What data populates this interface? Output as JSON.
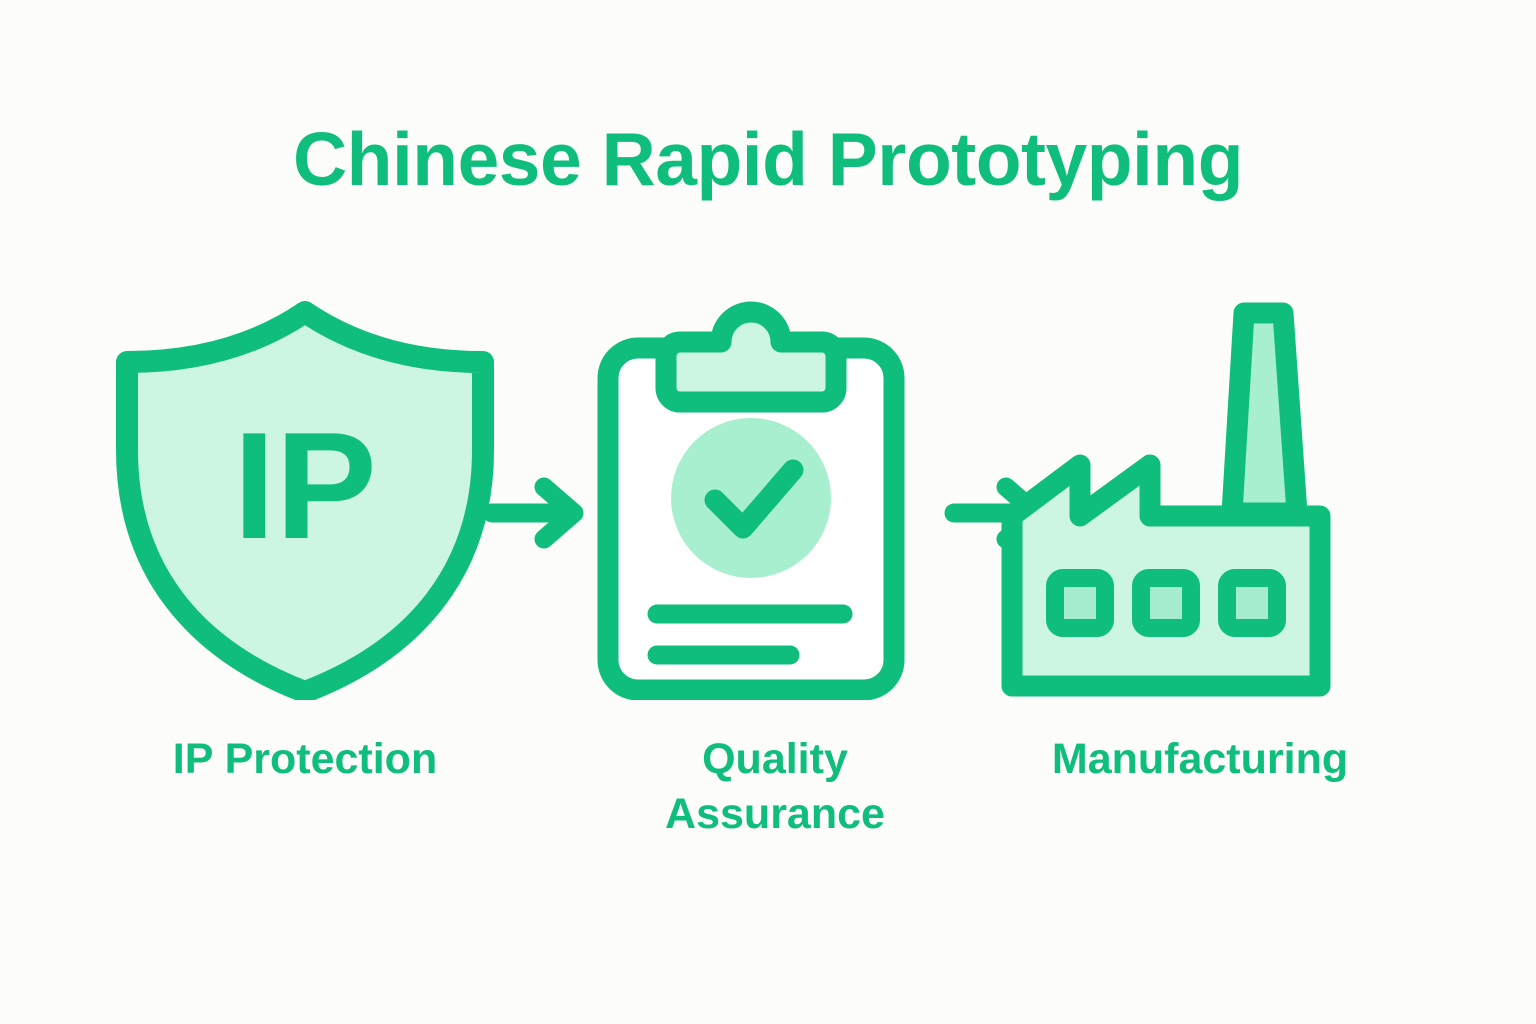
{
  "page": {
    "title": "Chinese Rapid Prototyping",
    "background_color": "#fcfcfa"
  },
  "colors": {
    "accent": "#0fbe7c",
    "fill_light": "#ccf5e2",
    "fill_medium": "#a8efd0",
    "fill_window": "#a5ebce",
    "paper": "#ffffff",
    "background": "#fcfcfa"
  },
  "flow": {
    "steps": [
      {
        "id": "ip-protection",
        "icon": "shield-icon",
        "icon_text": "IP",
        "label": "IP Protection",
        "label_lines": [
          "IP Protection"
        ]
      },
      {
        "id": "quality-assurance",
        "icon": "clipboard-check-icon",
        "label": "Quality Assurance",
        "label_lines": [
          "Quality",
          "Assurance"
        ]
      },
      {
        "id": "manufacturing",
        "icon": "factory-icon",
        "label": "Manufacturing",
        "label_lines": [
          "Manufacturing"
        ]
      }
    ],
    "connectors": [
      {
        "id": "connector-1",
        "icon": "arrow-right-icon"
      },
      {
        "id": "connector-2",
        "icon": "arrow-right-icon"
      }
    ]
  }
}
